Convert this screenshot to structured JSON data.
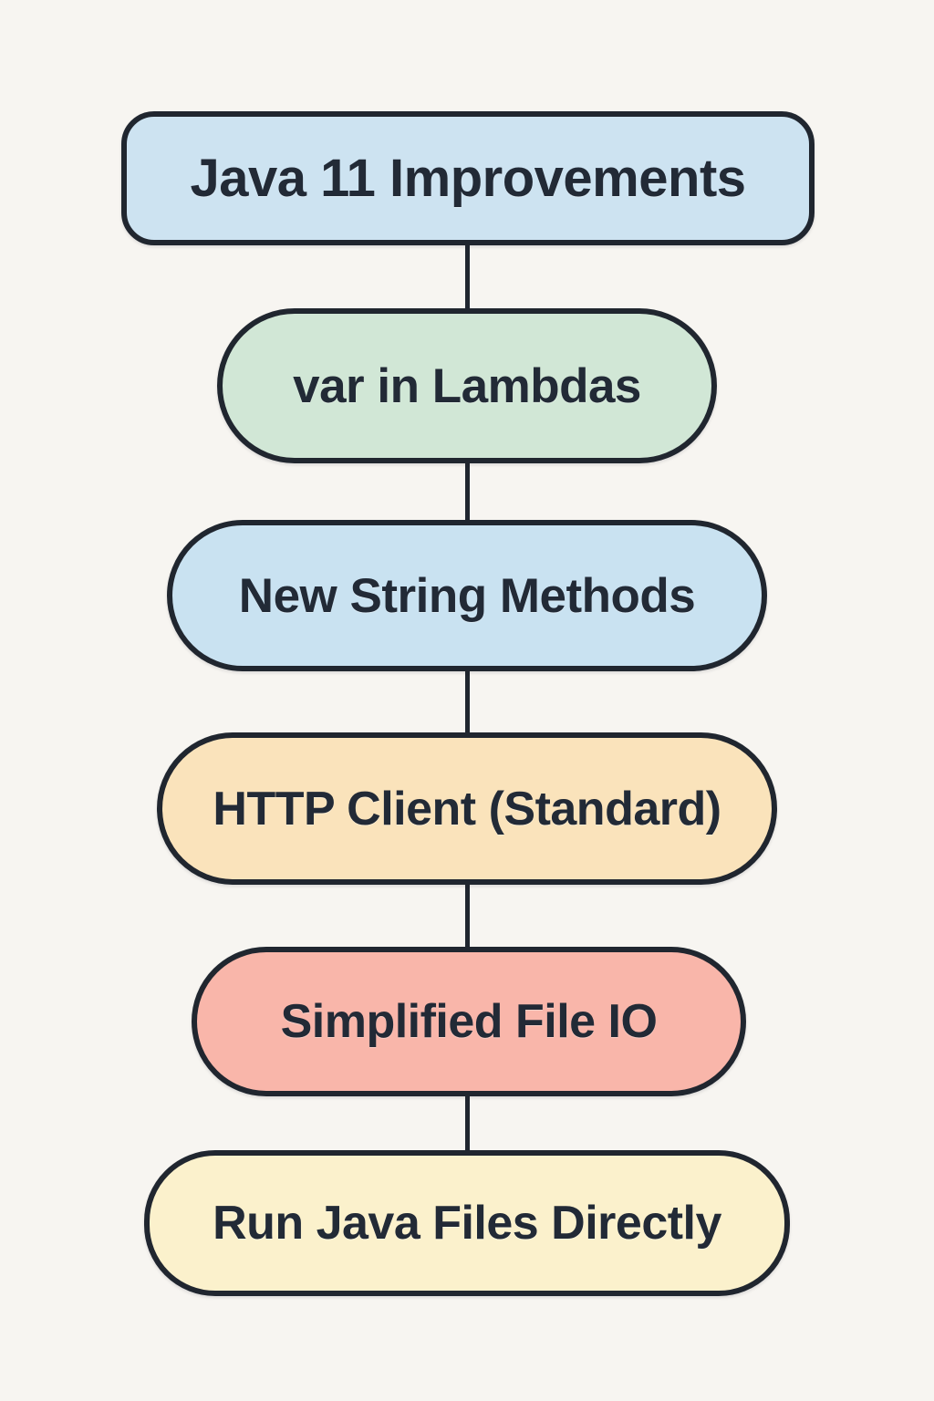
{
  "diagram": {
    "title": "Java 11 Improvements",
    "background_color": "#f7f5f1",
    "border_color": "#20262f",
    "text_color": "#222a36",
    "nodes": [
      {
        "label": "Java 11 Improvements",
        "fill": "#cde3f1",
        "shape": "rounded-rect"
      },
      {
        "label": "var in Lambdas",
        "fill": "#d1e7d6",
        "shape": "pill"
      },
      {
        "label": "New String Methods",
        "fill": "#c9e2f1",
        "shape": "pill"
      },
      {
        "label": "HTTP Client (Standard)",
        "fill": "#fae3bb",
        "shape": "pill"
      },
      {
        "label": "Simplified File IO",
        "fill": "#f9b6aa",
        "shape": "pill"
      },
      {
        "label": "Run Java Files Directly",
        "fill": "#fbf1cc",
        "shape": "pill"
      }
    ],
    "edges": [
      {
        "from": 0,
        "to": 1
      },
      {
        "from": 1,
        "to": 2
      },
      {
        "from": 2,
        "to": 3
      },
      {
        "from": 3,
        "to": 4
      },
      {
        "from": 4,
        "to": 5
      }
    ]
  }
}
